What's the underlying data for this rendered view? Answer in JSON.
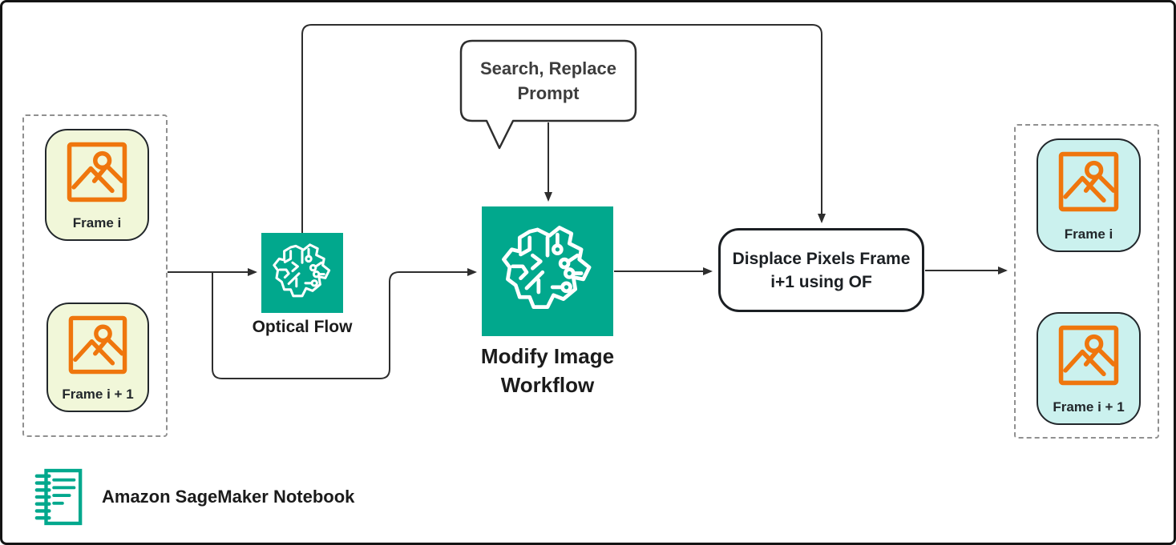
{
  "diagram": {
    "input_group": {
      "frames": [
        {
          "label": "Frame i",
          "icon": "image-icon"
        },
        {
          "label": "Frame i + 1",
          "icon": "image-icon"
        }
      ]
    },
    "optical_flow": {
      "label": "Optical Flow",
      "icon": "ml-brain-icon"
    },
    "callout": {
      "line1": "Search, Replace",
      "line2": "Prompt"
    },
    "modify_image": {
      "line1": "Modify Image",
      "line2": "Workflow",
      "icon": "ml-brain-icon"
    },
    "displace": {
      "line1": "Displace Pixels Frame",
      "line2": "i+1 using OF"
    },
    "output_group": {
      "frames": [
        {
          "label": "Frame i",
          "icon": "image-icon"
        },
        {
          "label": "Frame i + 1",
          "icon": "image-icon"
        }
      ]
    },
    "footer": {
      "label": "Amazon SageMaker Notebook",
      "icon": "notebook-icon"
    }
  },
  "colors": {
    "sagemaker_green": "#01a88d",
    "icon_orange": "#ef760d",
    "input_frame_fill": "#f1f7d9",
    "output_frame_fill": "#cbf1ee",
    "line_dark": "#2e2e2e",
    "dashed_gray": "#909090"
  }
}
